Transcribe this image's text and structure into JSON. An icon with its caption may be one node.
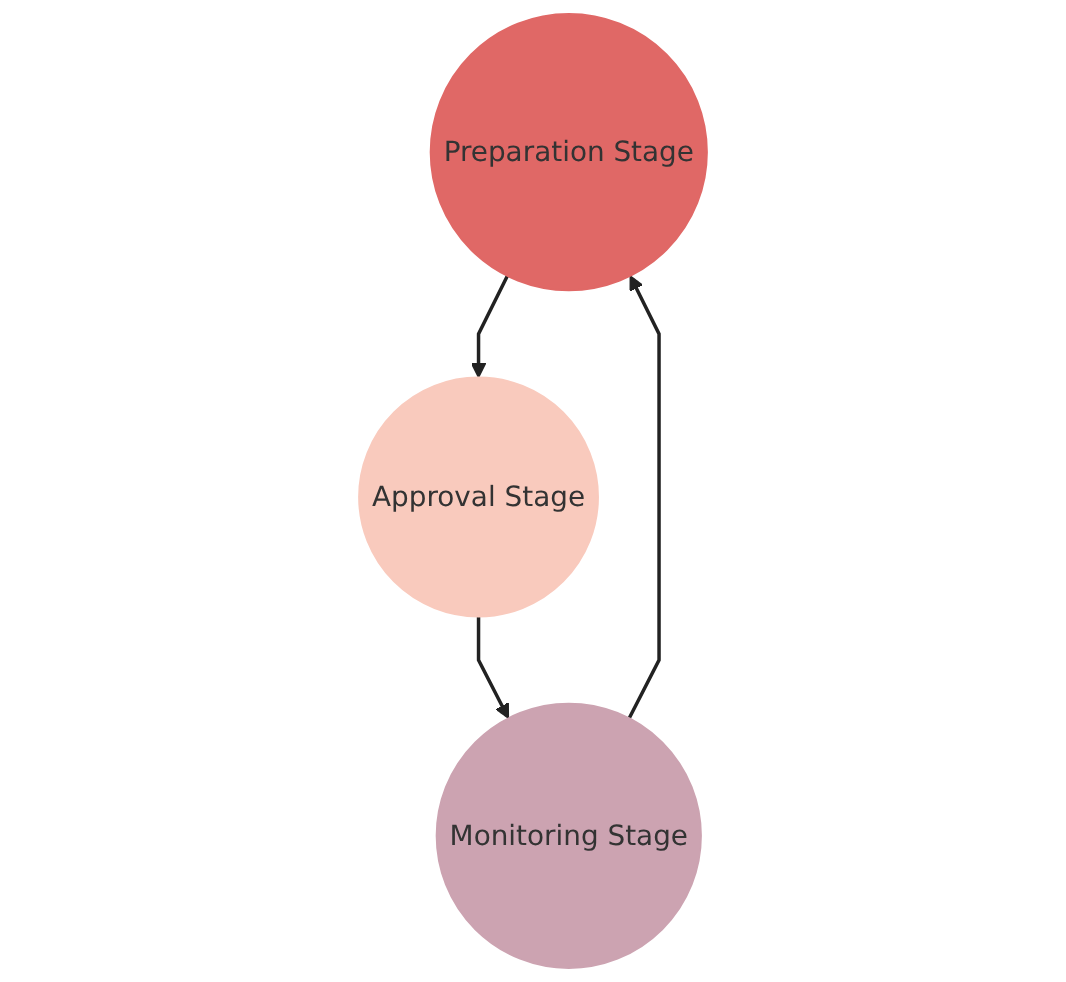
{
  "diagram": {
    "nodes": [
      {
        "text": [
          "Preparation Stage"
        ]
      },
      {
        "text": [
          "Approval Stage"
        ]
      },
      {
        "text": [
          "Monitoring Stage"
        ]
      }
    ],
    "edges": [
      {
        "from": 0,
        "to": 1,
        "arrow": "to"
      },
      {
        "from": 1,
        "to": 2,
        "arrow": "to"
      },
      {
        "from": 2,
        "to": 0,
        "arrow": "to"
      }
    ]
  }
}
